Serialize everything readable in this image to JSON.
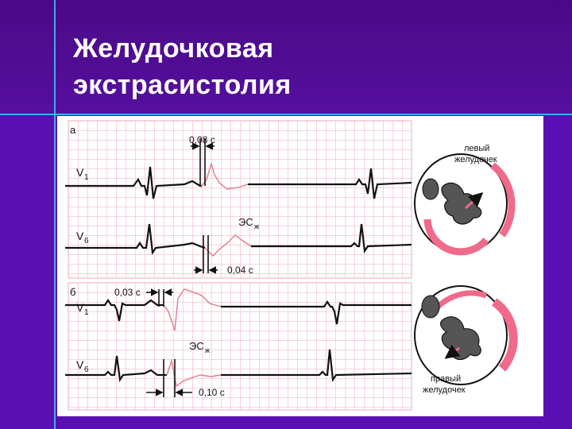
{
  "slide": {
    "title_line1": "Желудочковая",
    "title_line2": "экстрасистолия"
  },
  "figure": {
    "panel_a": {
      "label": "а",
      "lead_top": "V",
      "lead_top_sub": "1",
      "lead_bottom": "V",
      "lead_bottom_sub": "6",
      "interval_top": "0,08 с",
      "interval_bottom": "0,04 с",
      "es_label": "ЭС",
      "es_sub": "ж",
      "heart_caption_line1": "левый",
      "heart_caption_line2": "желудочек"
    },
    "panel_b": {
      "label": "б",
      "lead_top": "V",
      "lead_top_sub": "1",
      "lead_bottom": "V",
      "lead_bottom_sub": "6",
      "interval_top": "0,03 с",
      "interval_bottom": "0,10 с",
      "es_label": "ЭС",
      "es_sub": "ж",
      "heart_caption_line1": "правый",
      "heart_caption_line2": "желудочек"
    },
    "colors": {
      "grid": "#f2a9b4",
      "trace": "#111111",
      "extrasystole_trace": "#e07a8c",
      "arrow": "#f06a8a",
      "background_band": "#4a0a86",
      "accent_line": "#3cc6ff"
    }
  }
}
